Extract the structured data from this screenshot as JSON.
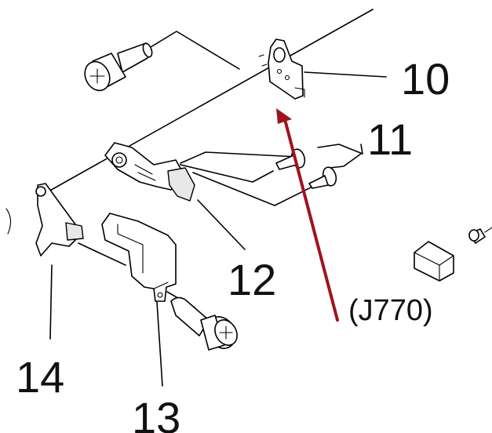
{
  "callouts": {
    "part_10": "10",
    "part_11": "11",
    "part_12": "12",
    "part_13": "13",
    "part_14": "14",
    "connector": "(J770)"
  },
  "colors": {
    "line": "#000000",
    "arrow": "#a0131d",
    "background": "#ffffff"
  }
}
